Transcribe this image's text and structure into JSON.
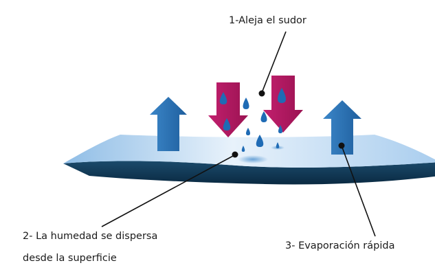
{
  "labels": {
    "label1": "1-Aleja el sudor",
    "label2_line1": "2- La humedad se dispersa",
    "label2_line2": "desde la superficie",
    "label3": "3- Evaporación rápida"
  },
  "colors": {
    "fabric_top": "#cfe2f3",
    "fabric_edge": "#0f3550",
    "up_arrow": "#2a6fb0",
    "down_arrow": "#b0175f",
    "droplet": "#1f6bb5",
    "pointer": "#111111"
  }
}
